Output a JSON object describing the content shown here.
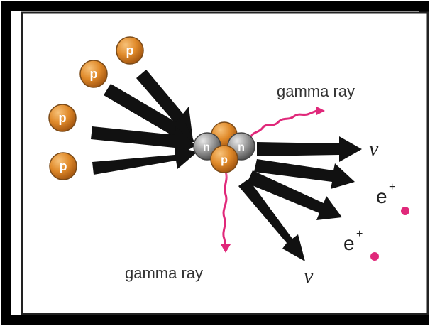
{
  "diagram": {
    "proton_label": "p",
    "neutron_label": "n",
    "gamma_ray_label": "gamma ray",
    "neutrino_symbol": "ν",
    "positron_base": "e",
    "positron_charge": "+",
    "colors": {
      "proton": "#e08a2a",
      "neutron": "#9a9a9a",
      "arrow": "#111111",
      "gamma": "#e0287a",
      "positron_dot": "#e0287a",
      "border": "#000000"
    }
  }
}
